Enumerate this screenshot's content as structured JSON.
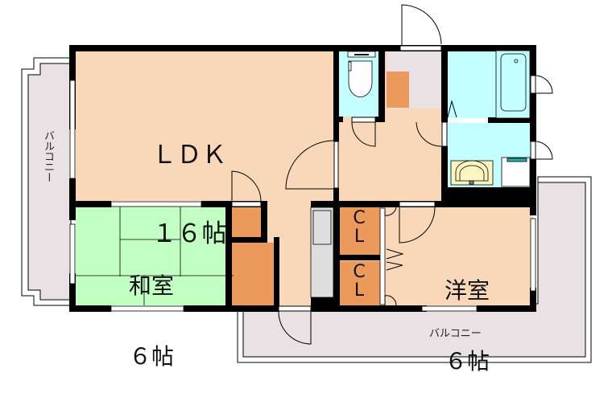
{
  "floorplan": {
    "rooms": {
      "ldk": {
        "name": "ＬＤＫ",
        "size": "１６帖"
      },
      "washitsu": {
        "name": "和室",
        "size": "６帖"
      },
      "youshitsu": {
        "name": "洋室",
        "size": "６帖"
      },
      "closet_top": {
        "name": "C\nL"
      },
      "closet_bottom": {
        "name": "C\nL"
      }
    },
    "balconies": {
      "left": {
        "label": "バルコニー"
      },
      "bottom": {
        "label": "バルコニー"
      }
    },
    "colors": {
      "wall": "#000000",
      "ldk_floor": "#f8d8b8",
      "washitsu_floor": "#c2ffc2",
      "wet_area": "#c4ffff",
      "storage": "#ec9a5c",
      "entrance": "#e9e1e3",
      "balcony": "#e9e1e3",
      "kitchen_counter": "#dedede",
      "sink_cream": "#fbf5bf",
      "washer_lid": "#1fb2b2"
    },
    "fixtures": [
      "toilet-icon",
      "bathtub-icon",
      "washbasin-icon",
      "washing-machine-icon",
      "kitchen-counter"
    ]
  }
}
